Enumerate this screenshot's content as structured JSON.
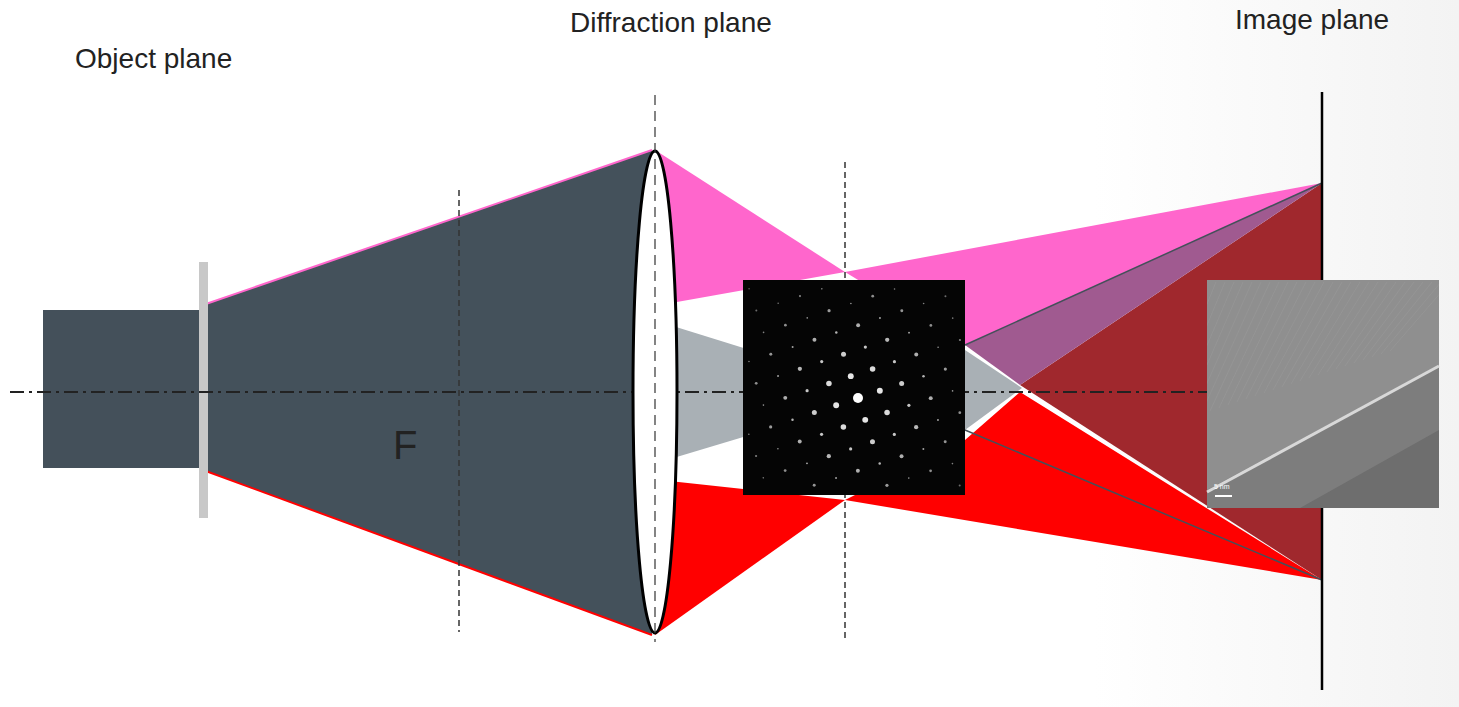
{
  "diagram": {
    "labels": [
      "Object plane",
      "Diffraction plane",
      "Image plane",
      "F",
      "5 nm"
    ]
  }
}
